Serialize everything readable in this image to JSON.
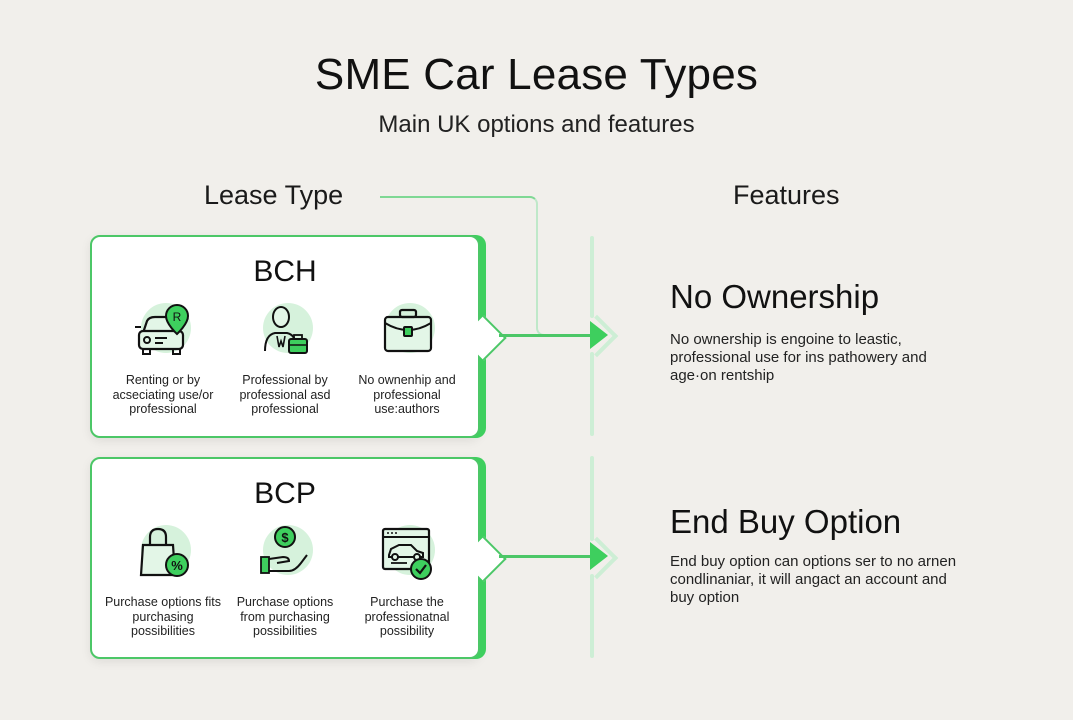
{
  "header": {
    "title": "SME Car Lease Types",
    "subtitle": "Main UK options and features"
  },
  "columns": {
    "lease_type": "Lease Type",
    "features": "Features"
  },
  "colors": {
    "accent": "#3ecf5e",
    "accent_border": "#4cc767",
    "icon_bg": "#d6f2dc",
    "connector_light": "#cdeed5",
    "background": "#f1efeb"
  },
  "lease_types": [
    {
      "name": "BCH",
      "items": [
        {
          "icon": "car-location-pin-icon",
          "text": "Renting or by acseciating use/or professional"
        },
        {
          "icon": "businessman-briefcase-icon",
          "text": "Professional by professional asd professional"
        },
        {
          "icon": "briefcase-icon",
          "text": "No ownenhip and professional use:authors"
        }
      ],
      "feature": {
        "title": "No Ownership",
        "description": "No ownership is engoine to leastic, professional use for ins pathowery and age·on rentship"
      }
    },
    {
      "name": "BCP",
      "items": [
        {
          "icon": "shopping-bag-percent-icon",
          "text": "Purchase options fits purchasing possibilities"
        },
        {
          "icon": "hand-dollar-coin-icon",
          "text": "Purchase options from purchasing possibilities"
        },
        {
          "icon": "browser-car-check-icon",
          "text": "Purchase the professionatnal possibility"
        }
      ],
      "feature": {
        "title": "End Buy Option",
        "description": "End buy option can options ser to no arnen condlinaniar, it will angact an account and buy option"
      }
    }
  ]
}
